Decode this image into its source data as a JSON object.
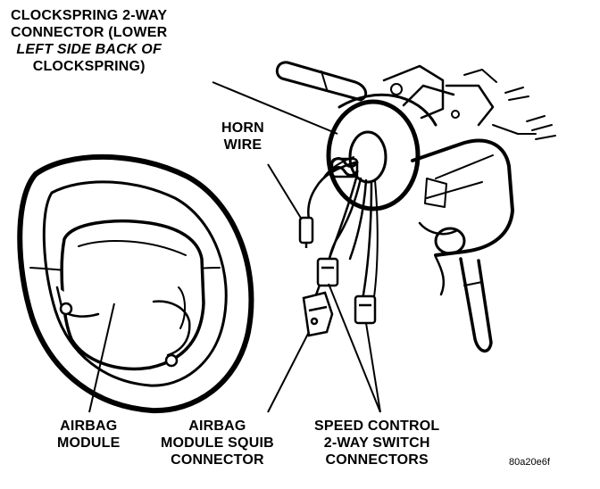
{
  "labels": {
    "clockspring": {
      "line1": "CLOCKSPRING 2-WAY",
      "line2": "CONNECTOR (LOWER",
      "line3": "LEFT SIDE BACK OF",
      "line4": "CLOCKSPRING)"
    },
    "horn_wire": {
      "line1": "HORN",
      "line2": "WIRE"
    },
    "airbag_module": {
      "line1": "AIRBAG",
      "line2": "MODULE"
    },
    "squib_connector": {
      "line1": "AIRBAG",
      "line2": "MODULE SQUIB",
      "line3": "CONNECTOR"
    },
    "speed_control": {
      "line1": "SPEED CONTROL",
      "line2": "2-WAY SWITCH",
      "line3": "CONNECTORS"
    }
  },
  "figure_ref": "80a20e6f"
}
